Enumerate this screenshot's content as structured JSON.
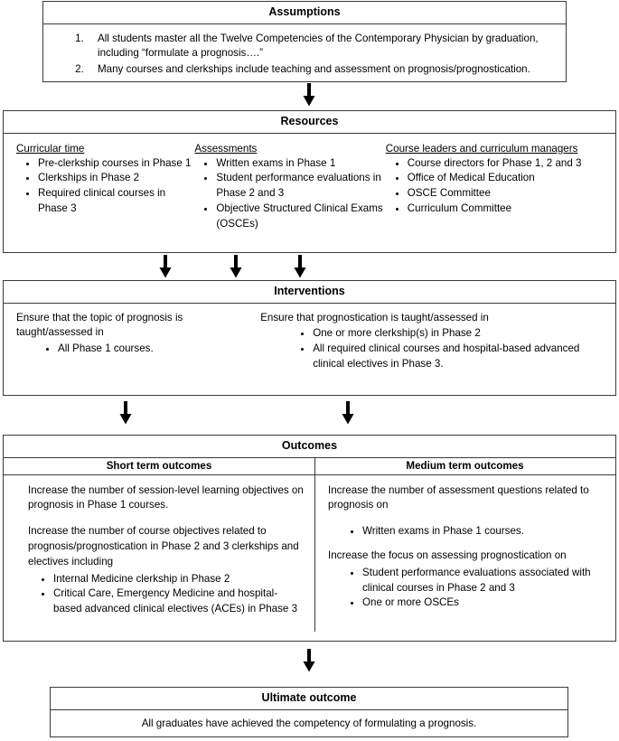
{
  "diagram": {
    "assumptions": {
      "title": "Assumptions",
      "items": [
        "All students master all the Twelve Competencies of the Contemporary Physician by graduation, including “formulate a prognosis….”",
        "Many courses and clerkships include teaching and assessment on prognosis/prognostication."
      ]
    },
    "resources": {
      "title": "Resources",
      "columns": [
        {
          "heading": "Curricular time",
          "items": [
            "Pre-clerkship courses in Phase 1",
            "Clerkships in Phase 2",
            "Required clinical courses in Phase 3"
          ]
        },
        {
          "heading": "Assessments",
          "items": [
            "Written exams in Phase 1",
            "Student performance evaluations in Phase 2 and 3",
            "Objective Structured Clinical Exams (OSCEs)"
          ]
        },
        {
          "heading": "Course leaders and curriculum managers",
          "items": [
            "Course directors for Phase 1, 2 and 3",
            "Office of Medical Education",
            "OSCE Committee",
            "Curriculum Committee"
          ]
        }
      ]
    },
    "interventions": {
      "title": "Interventions",
      "left": {
        "lead": "Ensure that the topic of prognosis is taught/assessed in",
        "items": [
          "All Phase 1 courses."
        ]
      },
      "right": {
        "lead": "Ensure that prognostication is taught/assessed in",
        "items": [
          "One or more clerkship(s) in Phase 2",
          "All required clinical courses and hospital-based advanced clinical electives in Phase 3."
        ]
      }
    },
    "outcomes": {
      "title": "Outcomes",
      "short": {
        "heading": "Short term outcomes",
        "para1": "Increase the number of session-level learning objectives on prognosis in Phase 1 courses.",
        "para2": "Increase the number of course objectives related to prognosis/prognostication in Phase 2 and 3 clerkships and electives including",
        "items": [
          "Internal Medicine clerkship in Phase 2",
          "Critical Care, Emergency Medicine and hospital-based advanced clinical electives (ACEs) in Phase 3"
        ]
      },
      "medium": {
        "heading": "Medium term outcomes",
        "para1": "Increase the number of assessment questions related to prognosis on",
        "items1": [
          "Written exams in Phase 1 courses."
        ],
        "para2": "Increase the focus on assessing prognostication on",
        "items2": [
          "Student performance evaluations associated with clinical courses in Phase 2 and 3",
          "One or more OSCEs"
        ]
      }
    },
    "ultimate": {
      "title": "Ultimate outcome",
      "text": "All graduates have achieved the competency of formulating a prognosis."
    },
    "arrows": {
      "assumptions_to_resources": "down-arrow",
      "resources_to_interventions": [
        "down-arrow",
        "down-arrow",
        "down-arrow"
      ],
      "interventions_to_outcomes": [
        "down-arrow",
        "down-arrow"
      ],
      "outcomes_to_ultimate": "down-arrow"
    },
    "colors": {
      "border": "#3a3a3a",
      "text": "#000000",
      "background": "#ffffff"
    }
  }
}
